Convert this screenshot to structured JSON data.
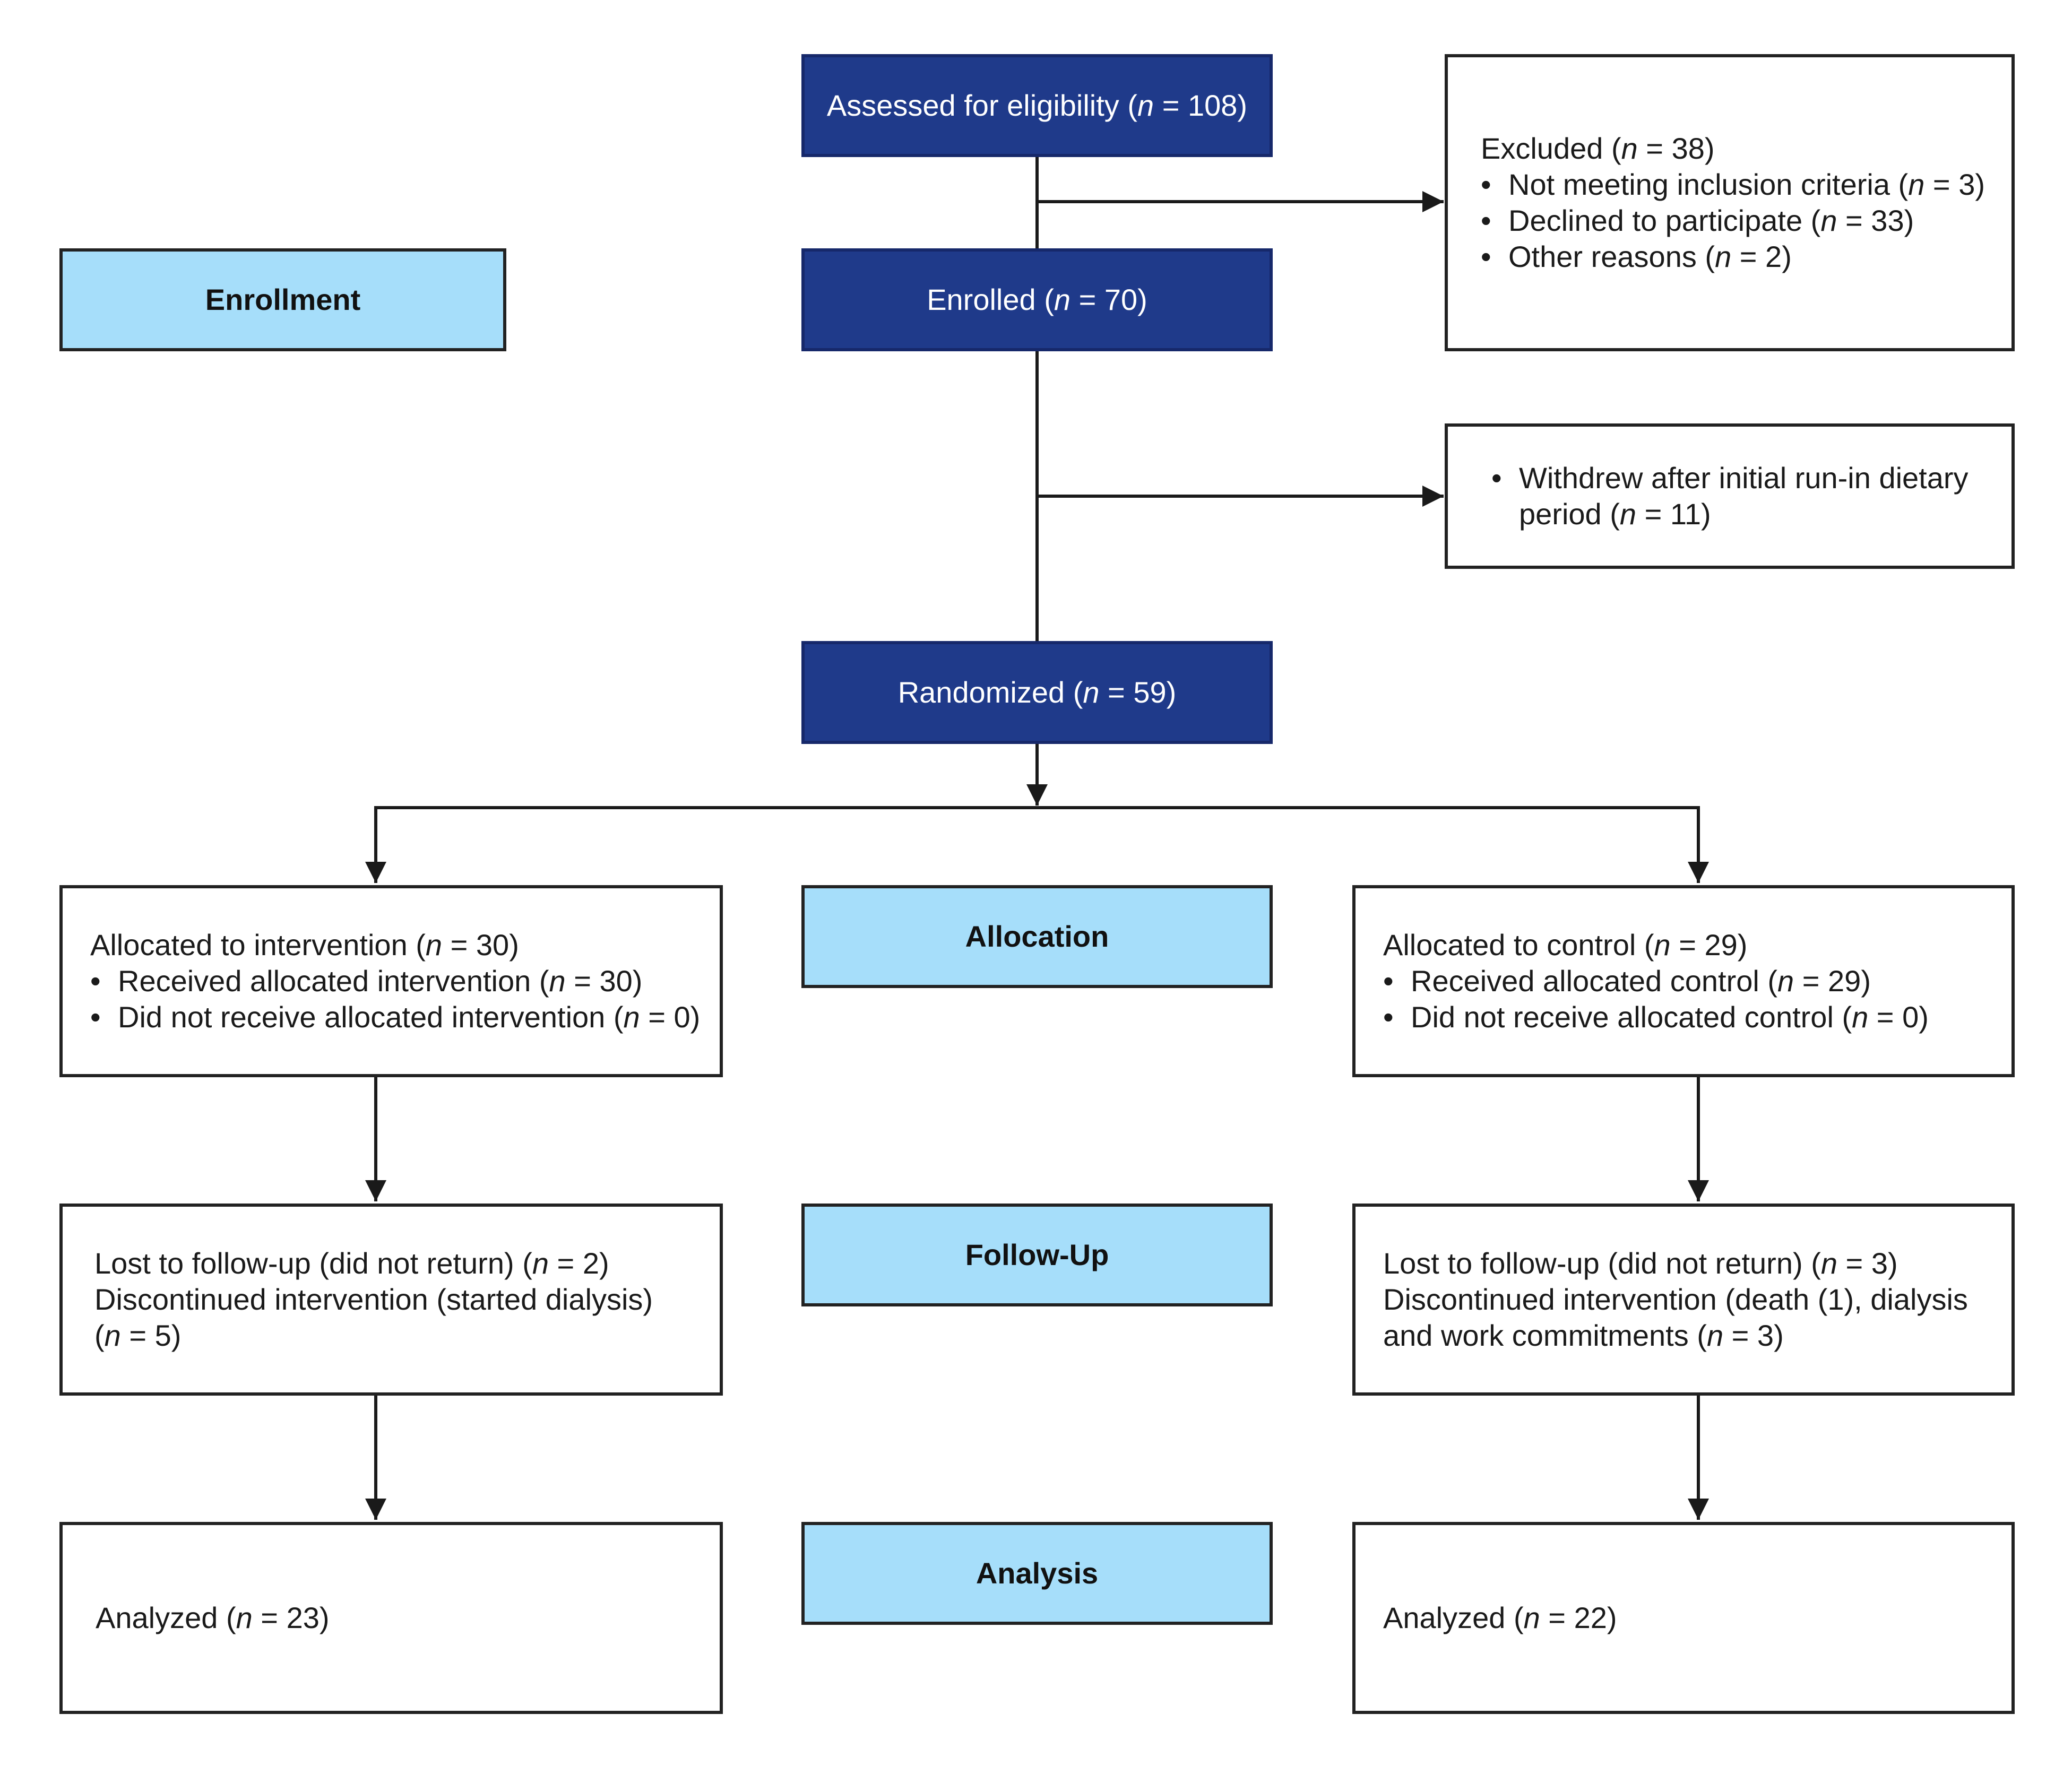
{
  "stages": {
    "enrollment": "Enrollment",
    "allocation": "Allocation",
    "follow_up": "Follow-Up",
    "analysis": "Analysis"
  },
  "flow": {
    "assessed": "Assessed for eligibility (n = 108)",
    "enrolled": "Enrolled (n = 70)",
    "randomized": "Randomized (n = 59)"
  },
  "excluded": {
    "heading": "Excluded (n = 38)",
    "items": [
      "Not meeting inclusion criteria (n = 3)",
      "Declined to participate (n = 33)",
      "Other reasons (n = 2)"
    ]
  },
  "withdrew": {
    "line1": "Withdrew after initial run-in dietary",
    "line2": "period (n = 11)"
  },
  "intervention": {
    "allocated": {
      "heading": "Allocated to intervention (n = 30)",
      "items": [
        "Received allocated intervention (n = 30)",
        "Did not receive allocated intervention (n = 0)"
      ]
    },
    "followup": {
      "lines": [
        "Lost to follow-up (did not return) (n = 2)",
        "Discontinued intervention (started dialysis)",
        "(n = 5)"
      ]
    },
    "analyzed": "Analyzed (n = 23)"
  },
  "control": {
    "allocated": {
      "heading": "Allocated to control (n = 29)",
      "items": [
        "Received allocated control (n = 29)",
        "Did not receive allocated control (n = 0)"
      ]
    },
    "followup": {
      "lines": [
        "Lost to follow-up (did not return) (n = 3)",
        "Discontinued intervention (death (1), dialysis",
        "and work commitments (n = 3)"
      ]
    },
    "analyzed": "Analyzed (n = 22)"
  },
  "bullet_glyph": "•",
  "colors": {
    "flow_box": "#1f3a8a",
    "stage_box": "#a6defa"
  }
}
